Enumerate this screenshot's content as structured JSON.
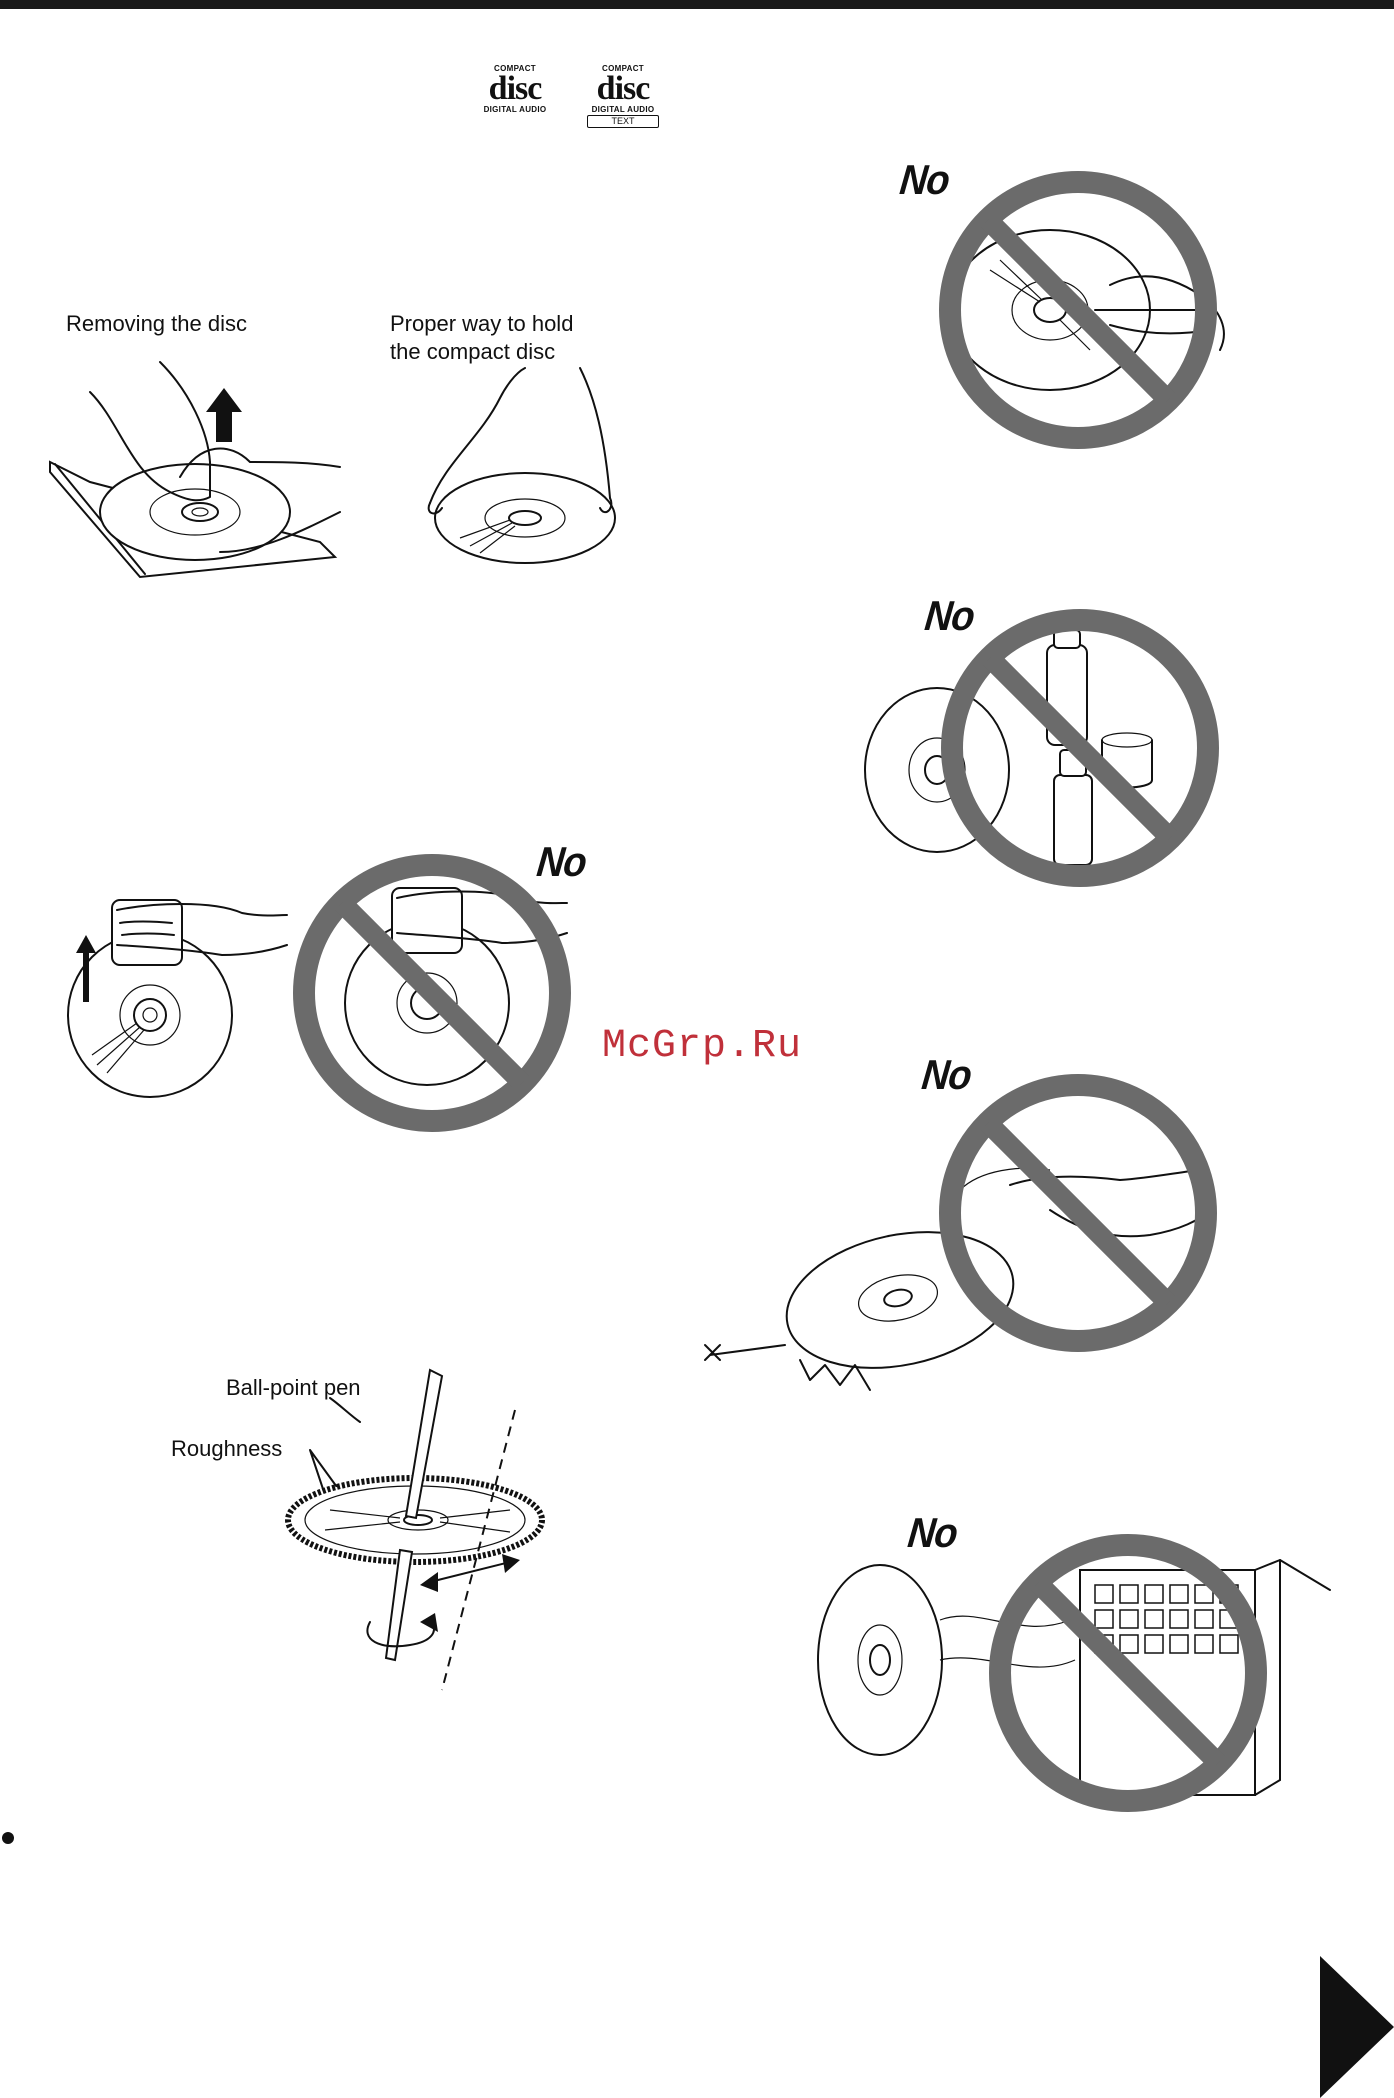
{
  "logos": {
    "cd_da": {
      "top": "COMPACT",
      "middle": "disc",
      "bottom": "DIGITAL AUDIO"
    },
    "cd_text": {
      "top": "COMPACT",
      "middle": "disc",
      "bottom": "DIGITAL AUDIO",
      "box": "TEXT"
    }
  },
  "labels": {
    "removing": "Removing the disc",
    "proper_hold": "Proper way to hold\nthe compact disc",
    "ballpoint": "Ball-point pen",
    "roughness": "Roughness"
  },
  "no_marks": [
    "No",
    "No",
    "No",
    "No",
    "No",
    "No"
  ],
  "watermark": "McGrp.Ru",
  "colors": {
    "prohibition": "#6b6b6b",
    "watermark": "#c0303a"
  }
}
